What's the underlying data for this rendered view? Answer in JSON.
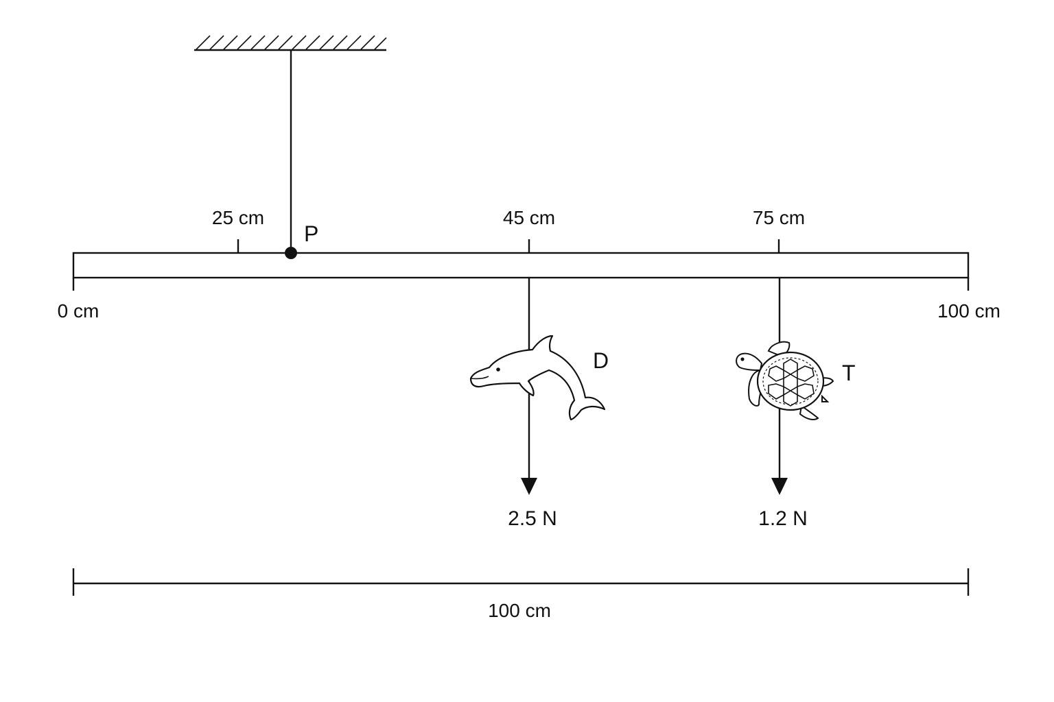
{
  "diagram": {
    "labels": {
      "left_end": "0 cm",
      "right_end": "100 cm",
      "tick_25": "25 cm",
      "tick_45": "45 cm",
      "tick_75": "75 cm",
      "pivot": "P",
      "dolphin": "D",
      "turtle": "T",
      "force_dolphin": "2.5 N",
      "force_turtle": "1.2 N",
      "dimension": "100 cm"
    },
    "icons": {
      "dolphin": "dolphin-icon",
      "turtle": "turtle-icon"
    },
    "colors": {
      "ink": "#111111",
      "background": "#ffffff"
    }
  }
}
